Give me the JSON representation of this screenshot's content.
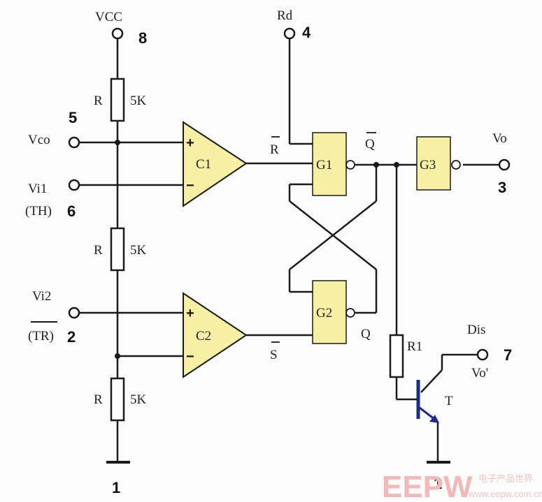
{
  "labels": {
    "vcc": "VCC",
    "rd": "Rd",
    "vco": "Vco",
    "vi1": "Vi1",
    "th": "(TH)",
    "vi2": "Vi2",
    "tr": "(TR)",
    "r_top": "R",
    "r_mid": "R",
    "r_bot": "R",
    "k_top": "5K",
    "k_mid": "5K",
    "k_bot": "5K",
    "rbar": "R",
    "sbar": "S",
    "qbar": "Q",
    "q": "Q",
    "vo": "Vo",
    "dis": "Dis",
    "vo_prime": "Vo'",
    "r1": "R1",
    "t": "T",
    "plus1": "+",
    "minus1": "−",
    "plus2": "+",
    "minus2": "−"
  },
  "pins": {
    "p8": "8",
    "p4": "4",
    "p5": "5",
    "p6": "6",
    "p2": "2",
    "p3": "3",
    "p7": "7",
    "p1a": "1",
    "p1b": "1"
  },
  "components": {
    "c1": "C1",
    "c2": "C2",
    "g1": "G1",
    "g2": "G2",
    "g3": "G3"
  },
  "watermark": {
    "logo": "EEPW",
    "text": "电子产品世界",
    "url": "www.eepw.com.cn"
  },
  "colors": {
    "gate_fill": "#f7f0a4",
    "wire": "#1a1a1a",
    "transistor": "#1e2a8a"
  }
}
